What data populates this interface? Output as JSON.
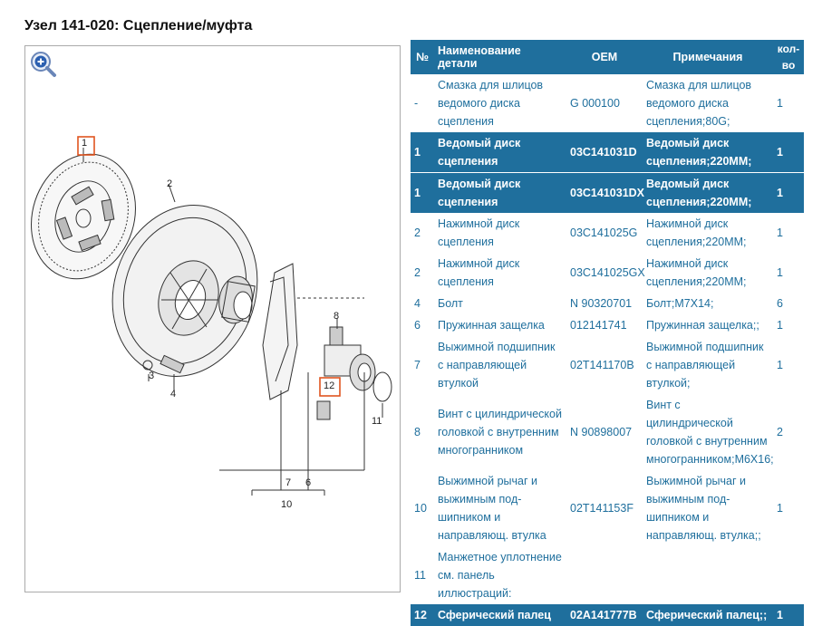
{
  "page": {
    "title": "Узел 141-020: Сцепление/муфта"
  },
  "diagram": {
    "zoom_icon": "zoom-in-icon",
    "labels": [
      "1",
      "2",
      "3",
      "4",
      "6",
      "7",
      "8",
      "10",
      "11",
      "12"
    ],
    "highlight_color": "#e0541f"
  },
  "table": {
    "header_color": "#1f6f9d",
    "columns": [
      "№",
      "Наименование детали",
      "OEM",
      "Примечания",
      "кол-во"
    ],
    "rows": [
      {
        "num": "-",
        "name": "Смазка для шлицов ведомого диска сцепления",
        "oem": "G 000100",
        "note": "Смазка для шлицов ведомого диска сцепления;80G;",
        "qty": "1",
        "selected": false
      },
      {
        "num": "1",
        "name": "Ведомый диск сцепления",
        "oem": "03C141031D",
        "note": "Ведомый диск сцепления;220MM;",
        "qty": "1",
        "selected": true
      },
      {
        "num": "1",
        "name": "Ведомый диск сцепления",
        "oem": "03C141031DX",
        "note": "Ведомый диск сцепления;220MM;",
        "qty": "1",
        "selected": true
      },
      {
        "num": "2",
        "name": "Нажимной диск сцепления",
        "oem": "03C141025G",
        "note": "Нажимной диск сцепления;220MM;",
        "qty": "1",
        "selected": false
      },
      {
        "num": "2",
        "name": "Нажимной диск сцепления",
        "oem": "03C141025GX",
        "note": "Нажимной диск сцепления;220MM;",
        "qty": "1",
        "selected": false
      },
      {
        "num": "4",
        "name": "Болт",
        "oem": "N 90320701",
        "note": "Болт;M7X14;",
        "qty": "6",
        "selected": false
      },
      {
        "num": "6",
        "name": "Пружинная защелка",
        "oem": "012141741",
        "note": "Пружинная защелка;;",
        "qty": "1",
        "selected": false
      },
      {
        "num": "7",
        "name": "Выжимной подшипник с направляющей втулкой",
        "oem": "02T141170B",
        "note": "Выжимной подшипник с направляющей втулкой;",
        "qty": "1",
        "selected": false
      },
      {
        "num": "8",
        "name": "Винт с цилиндрической головкой с внутренним многогранником",
        "oem": "N 90898007",
        "note": "Винт с цилиндрической головкой с внутренним многогранником;M6X16;",
        "qty": "2",
        "selected": false
      },
      {
        "num": "10",
        "name": "Выжимной рычаг и выжимным под- шипником и направляющ. втулка",
        "oem": "02T141153F",
        "note": "Выжимной рычаг и выжимным под- шипником и направляющ. втулка;;",
        "qty": "1",
        "selected": false
      },
      {
        "num": "11",
        "name": "Манжетное уплотнение см. панель иллюстраций:",
        "oem": "",
        "note": "",
        "qty": "",
        "selected": false
      },
      {
        "num": "12",
        "name": "Сферический палец",
        "oem": "02A141777B",
        "note": "Сферический палец;;",
        "qty": "1",
        "selected": true
      }
    ]
  }
}
